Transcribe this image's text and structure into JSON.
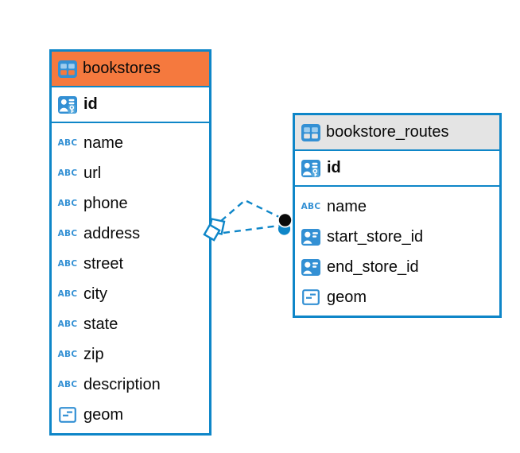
{
  "diagram": {
    "kind": "entity-relationship-diagram"
  },
  "colors": {
    "accent_blue": "#0E86C8",
    "icon_blue": "#3390D4",
    "icon_cell_blue": "#9ECDEE",
    "key_panel_blue": "#53A7DC",
    "selected_header_orange": "#F5793E",
    "header_gray": "#E4E4E4",
    "text": "#0A0A0A",
    "background": "#FFFFFF"
  },
  "tables": [
    {
      "name": "bookstores",
      "icon": "table-icon",
      "header_style": "selected-orange",
      "primary_keys": [
        {
          "name": "id",
          "icon": "primary-key-icon"
        }
      ],
      "columns": [
        {
          "name": "name",
          "icon": "text-column-icon"
        },
        {
          "name": "url",
          "icon": "text-column-icon"
        },
        {
          "name": "phone",
          "icon": "text-column-icon"
        },
        {
          "name": "address",
          "icon": "text-column-icon"
        },
        {
          "name": "street",
          "icon": "text-column-icon"
        },
        {
          "name": "city",
          "icon": "text-column-icon"
        },
        {
          "name": "state",
          "icon": "text-column-icon"
        },
        {
          "name": "zip",
          "icon": "text-column-icon"
        },
        {
          "name": "description",
          "icon": "text-column-icon"
        },
        {
          "name": "geom",
          "icon": "geometry-column-icon"
        }
      ]
    },
    {
      "name": "bookstore_routes",
      "icon": "table-icon",
      "header_style": "default-gray",
      "primary_keys": [
        {
          "name": "id",
          "icon": "primary-key-icon"
        }
      ],
      "columns": [
        {
          "name": "name",
          "icon": "text-column-icon"
        },
        {
          "name": "start_store_id",
          "icon": "foreign-key-icon"
        },
        {
          "name": "end_store_id",
          "icon": "foreign-key-icon"
        },
        {
          "name": "geom",
          "icon": "geometry-column-icon"
        }
      ]
    }
  ],
  "relationships": [
    {
      "from_table": "bookstore_routes",
      "from_column": "start_store_id",
      "to_table": "bookstores",
      "to_column": "id",
      "line_style": "dashed"
    },
    {
      "from_table": "bookstore_routes",
      "from_column": "end_store_id",
      "to_table": "bookstores",
      "to_column": "id",
      "line_style": "dashed"
    }
  ]
}
